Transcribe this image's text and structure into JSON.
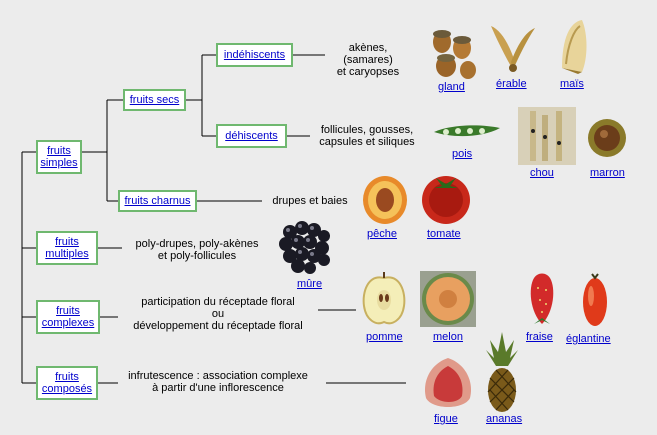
{
  "nodes": {
    "simples": "fruits\nsimples",
    "secs": "fruits secs",
    "charnus": "fruits charnus",
    "indehiscents": "indéhiscents",
    "dehiscents": "déhiscents",
    "multiples": "fruits\nmultiples",
    "complexes": "fruits\ncomplexes",
    "composes": "fruits\ncomposés"
  },
  "descriptions": {
    "indehiscents": "akènes,\n(samares)\net caryopses",
    "dehiscents": "follicules, gousses,\ncapsules et siliques",
    "charnus": "drupes et baies",
    "multiples": "poly-drupes, poly-akènes\net poly-follicules",
    "complexes": "participation du réceptade floral\nou\ndéveloppement du réceptade floral",
    "composes": "infrutescence : association complexe\nà partir d'une inflorescence"
  },
  "examples": {
    "gland": "gland",
    "erable": "érable",
    "mais": "maïs",
    "pois": "pois",
    "chou": "chou",
    "marron": "marron",
    "peche": "pêche",
    "tomate": "tomate",
    "mure": "mûre",
    "pomme": "pomme",
    "melon": "melon",
    "fraise": "fraise",
    "eglantine": "églantine",
    "figue": "figue",
    "ananas": "ananas"
  }
}
